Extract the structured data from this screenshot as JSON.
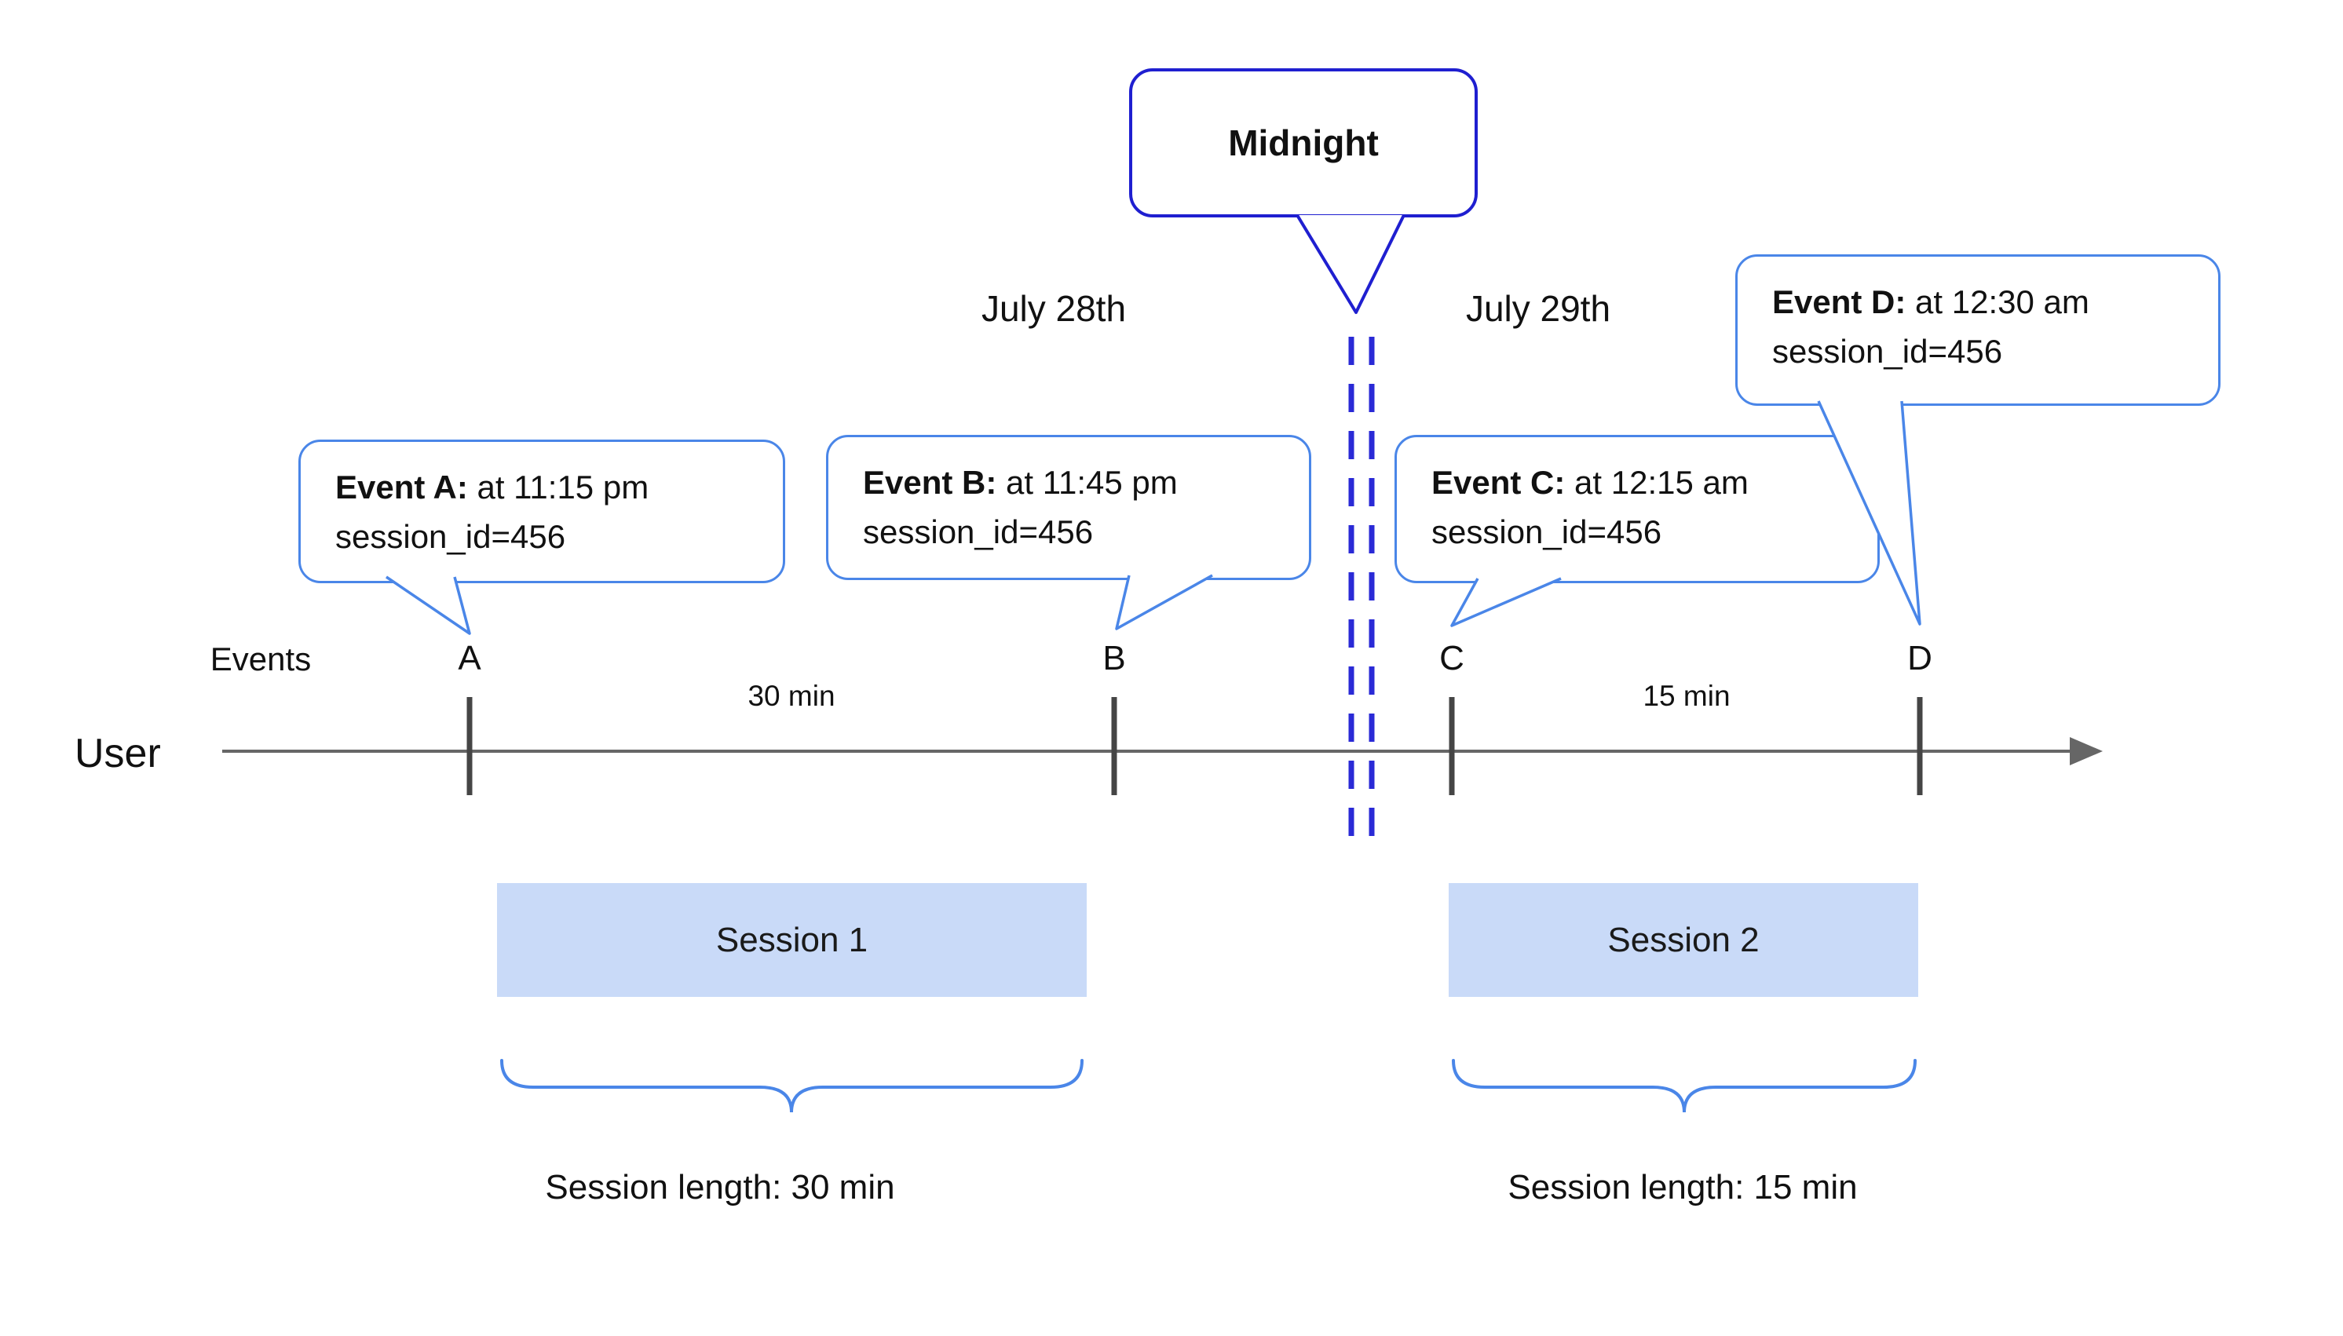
{
  "midnight": {
    "label": "Midnight"
  },
  "dates": {
    "left": "July 28th",
    "right": "July 29th"
  },
  "axis": {
    "events_label": "Events",
    "user_label": "User",
    "letters": [
      "A",
      "B",
      "C",
      "D"
    ],
    "interval_ab": "30 min",
    "interval_cd": "15 min"
  },
  "events": [
    {
      "name": "Event A:",
      "time": " at 11:15 pm",
      "session": "session_id=456"
    },
    {
      "name": "Event B:",
      "time": " at 11:45 pm",
      "session": "session_id=456"
    },
    {
      "name": "Event C:",
      "time": " at 12:15 am",
      "session": "session_id=456"
    },
    {
      "name": "Event D:",
      "time": " at 12:30 am",
      "session": "session_id=456"
    }
  ],
  "sessions": [
    {
      "label": "Session 1",
      "length": "Session length: 30 min"
    },
    {
      "label": "Session 2",
      "length": "Session length: 15 min"
    }
  ],
  "colors": {
    "bubble_border": "#4a86e8",
    "midnight_border": "#1f1fd0",
    "dashed_line": "#2a2ad6",
    "session_fill": "#c9daf8",
    "axis_line": "#666666",
    "tick": "#454545",
    "brace": "#4a86e8",
    "text": "#111111"
  }
}
